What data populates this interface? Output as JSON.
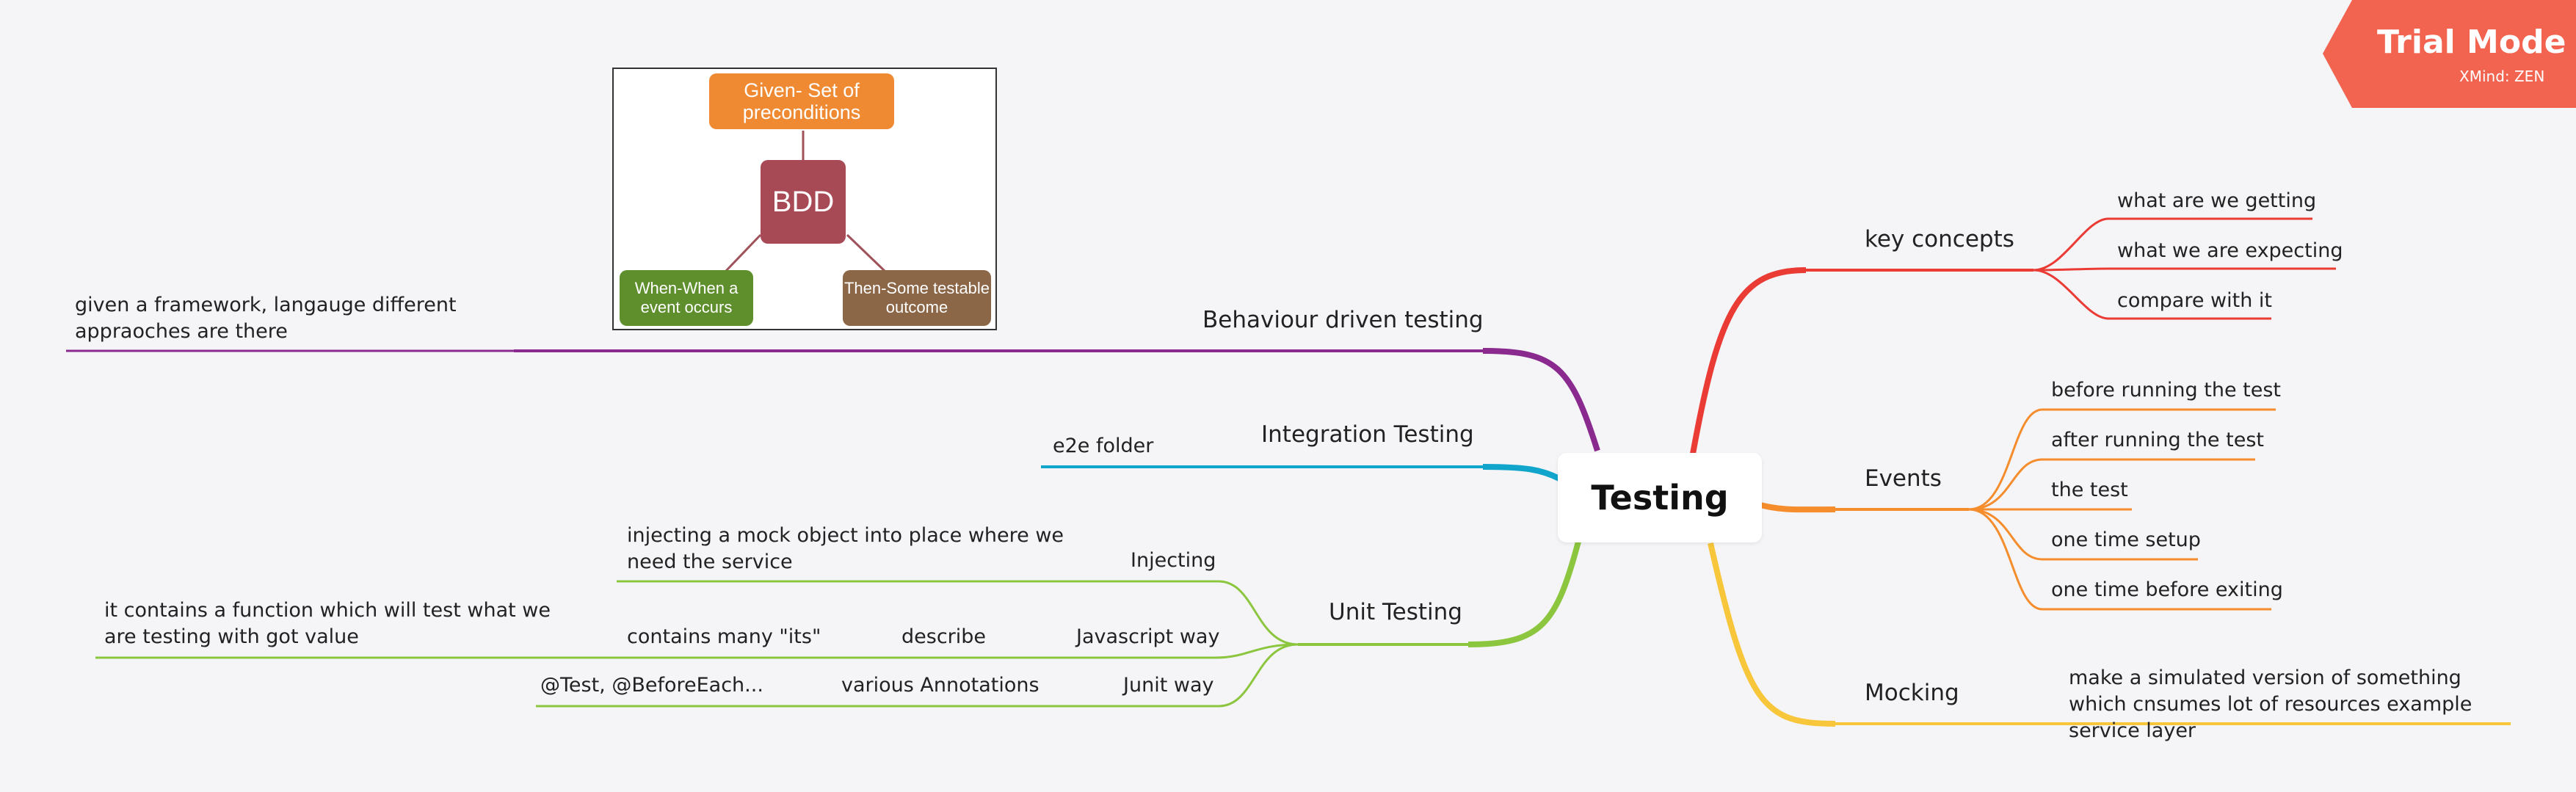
{
  "watermark": {
    "title": "Trial Mode",
    "subtitle": "XMind: ZEN",
    "color": "#f26450"
  },
  "colors": {
    "bdd_branch": "#8a2a8f",
    "integration_branch": "#12a5cc",
    "unit_branch": "#8cc63f",
    "key_concepts_branch": "#ea3b35",
    "events_branch": "#f58d2c",
    "mocking_branch": "#f8c63a"
  },
  "root": {
    "label": "Testing"
  },
  "branches": {
    "bdd": {
      "label": "Behaviour driven testing",
      "note": "given a framework, langauge different appraoches are there",
      "image": {
        "center": "BDD",
        "top": "Given- Set of preconditions",
        "left": "When-When a event occurs",
        "right": "Then-Some testable outcome"
      }
    },
    "integration": {
      "label": "Integration Testing",
      "child": "e2e folder"
    },
    "unit": {
      "label": "Unit Testing",
      "injecting": {
        "label": "Injecting",
        "child": "injecting a mock object into place where we need the service"
      },
      "javascript": {
        "label": "Javascript way",
        "child": "describe",
        "grandchild": "contains many \"its\"",
        "great_grandchild": "it contains a function which will test what we are testing with got value"
      },
      "junit": {
        "label": "Junit way",
        "child": "various Annotations",
        "grandchild": "@Test, @BeforeEach..."
      }
    },
    "key_concepts": {
      "label": "key concepts",
      "children": [
        "what are we getting",
        "what we are expecting",
        "compare with it"
      ]
    },
    "events": {
      "label": "Events",
      "children": [
        "before running the test",
        "after running the test",
        "the test",
        "one time setup",
        "one time before exiting"
      ]
    },
    "mocking": {
      "label": "Mocking",
      "child": "make a simulated version of something which cnsumes lot of resources example service layer"
    }
  }
}
